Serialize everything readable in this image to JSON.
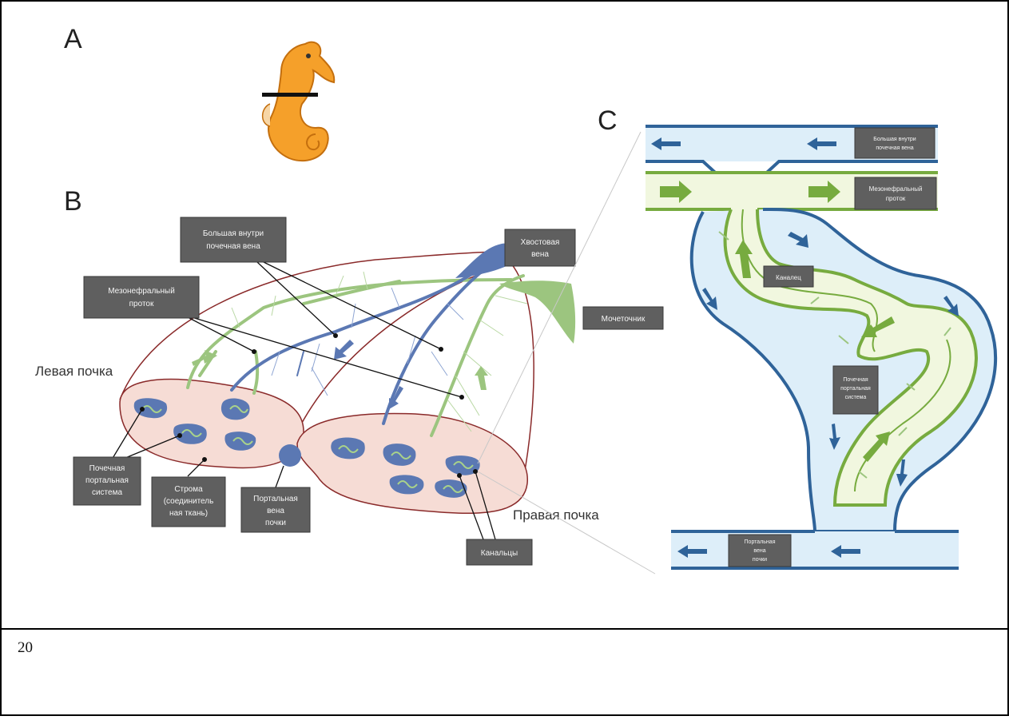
{
  "panels": {
    "a": "A",
    "b": "B",
    "c": "C"
  },
  "labels": {
    "big_vein": [
      "Большая внутри",
      "почечная вена"
    ],
    "tail_vein": [
      "Хвостовая",
      "вена"
    ],
    "meso_duct": [
      "Мезонефральный",
      "проток"
    ],
    "ureter": "Мочеточник",
    "left_kidney": "Левая почка",
    "right_kidney": "Правая почка",
    "portal_system": [
      "Почечная",
      "портальная",
      "система"
    ],
    "stroma": [
      "Строма",
      "(соединитель",
      "ная ткань)"
    ],
    "portal_vein": [
      "Портальная",
      "вена",
      "почки"
    ],
    "tubules": "Канальцы"
  },
  "detail_labels": {
    "big_vein": [
      "Большая внутри",
      "почечная вена"
    ],
    "meso_duct": [
      "Мезонефральный",
      "проток"
    ],
    "tubule": "Каналец",
    "portal_system": [
      "Почечная",
      "портальная",
      "система"
    ],
    "portal_vein": [
      "Портальная",
      "вена",
      "почки"
    ]
  },
  "page_number": "20",
  "colors": {
    "vein": "#5b78b3",
    "duct": "#9cc57f",
    "duct_dark": "#77ab3f",
    "kidney_fill": "#f6dcd5",
    "kidney_stroke": "#8a2a2a",
    "vessel_light": "#ddeef9",
    "vessel_stroke": "#2f6399",
    "seahorse": "#f5a02a"
  }
}
